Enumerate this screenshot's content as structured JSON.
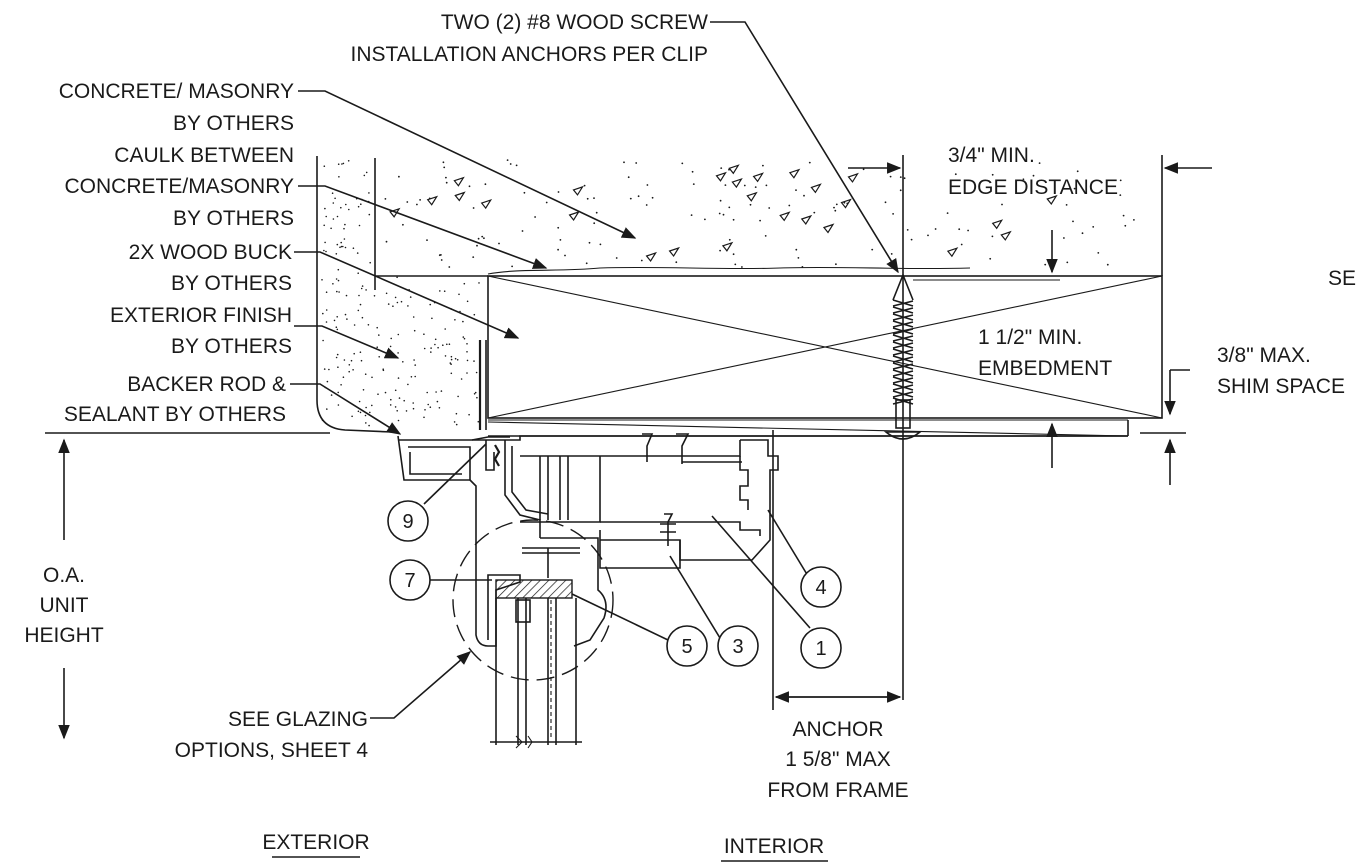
{
  "labels": {
    "screw_l1": "TWO (2) #8 WOOD SCREW",
    "screw_l2": "INSTALLATION ANCHORS PER CLIP",
    "concrete_l1": "CONCRETE/ MASONRY",
    "concrete_l2": "BY OTHERS",
    "caulk_l1": "CAULK BETWEEN",
    "caulk_l2": "CONCRETE/MASONRY",
    "caulk_l3": "BY OTHERS",
    "buck_l1": "2X WOOD BUCK",
    "buck_l2": "BY OTHERS",
    "finish_l1": "EXTERIOR FINISH",
    "finish_l2": "BY OTHERS",
    "backer_l1": "BACKER ROD &",
    "backer_l2": "SEALANT BY OTHERS",
    "edge_l1": "3/4\" MIN.",
    "edge_l2": "EDGE DISTANCE",
    "embed_l1": "1 1/2\" MIN.",
    "embed_l2": "EMBEDMENT",
    "shim_l1": "3/8\" MAX.",
    "shim_l2": "SHIM SPACE",
    "se_cut": "SE",
    "oa_l1": "O.A.",
    "oa_l2": "UNIT",
    "oa_l3": "HEIGHT",
    "glazing_l1": "SEE GLAZING",
    "glazing_l2": "OPTIONS, SHEET 4",
    "anchor_l1": "ANCHOR",
    "anchor_l2": "1 5/8\" MAX",
    "anchor_l3": "FROM FRAME",
    "exterior": "EXTERIOR",
    "interior": "INTERIOR"
  },
  "callouts": [
    "9",
    "7",
    "5",
    "3",
    "1",
    "4"
  ]
}
